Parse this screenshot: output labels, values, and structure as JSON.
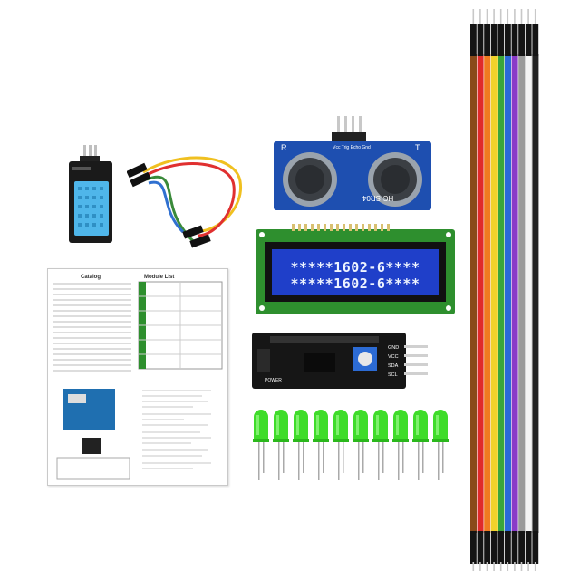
{
  "lcd": {
    "line1": "*****1602-6****",
    "line2": "*****1602-6****"
  },
  "ultrasonic": {
    "model": "HC-SR04",
    "pins": "Vcc Trig Echo Gnd",
    "left_mark": "R",
    "right_mark": "T"
  },
  "i2c": {
    "pins": [
      "GND",
      "VCC",
      "SDA",
      "SCL"
    ],
    "power_label": "POWER"
  },
  "manual": {
    "catalog_title": "Catalog",
    "module_title": "Module List"
  },
  "colors": {
    "lcd_bg": "#1f3fc9",
    "pcb_green": "#2e8f2e",
    "pcb_blue": "#1e4fb0",
    "led_green": "#3fdc2a"
  },
  "led_count": 10
}
